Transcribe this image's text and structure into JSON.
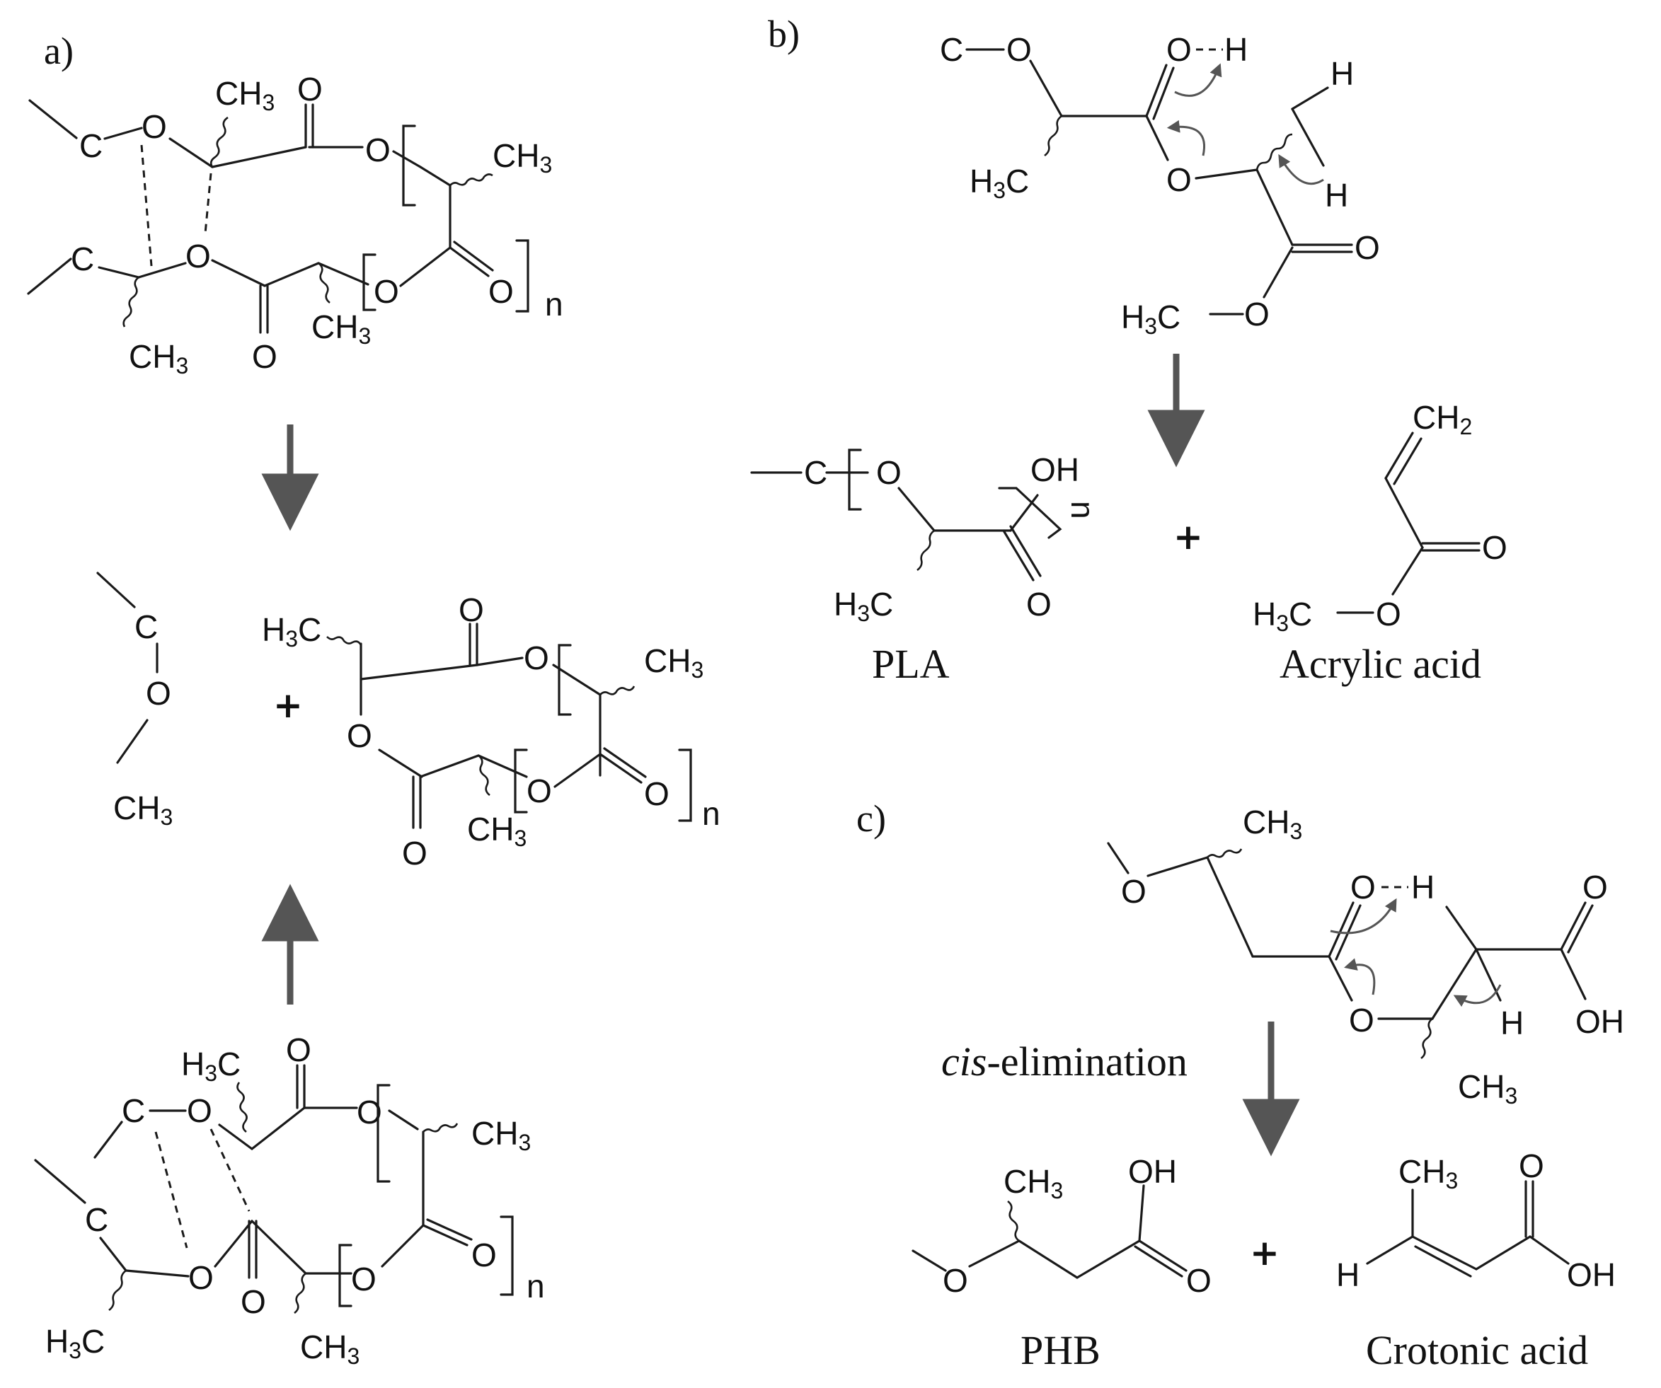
{
  "panels": {
    "a": "a)",
    "b": "b)",
    "c": "c)"
  },
  "atoms": {
    "C": "C",
    "O": "O",
    "H": "H",
    "n": "n",
    "OH": "OH",
    "H3": "H",
    "C3": "C"
  },
  "groups": {
    "CH3": "CH3",
    "H3C": "H3C",
    "CH2": "CH2"
  },
  "plus": "+",
  "labels": {
    "pla": "PLA",
    "acrylic": "Acrylic acid",
    "phb": "PHB",
    "crotonic": "Crotonic acid",
    "cis_italic": "cis",
    "cis_rest": "-elimination"
  },
  "colors": {
    "ink": "#1a1a1a",
    "arrow": "#555555"
  }
}
